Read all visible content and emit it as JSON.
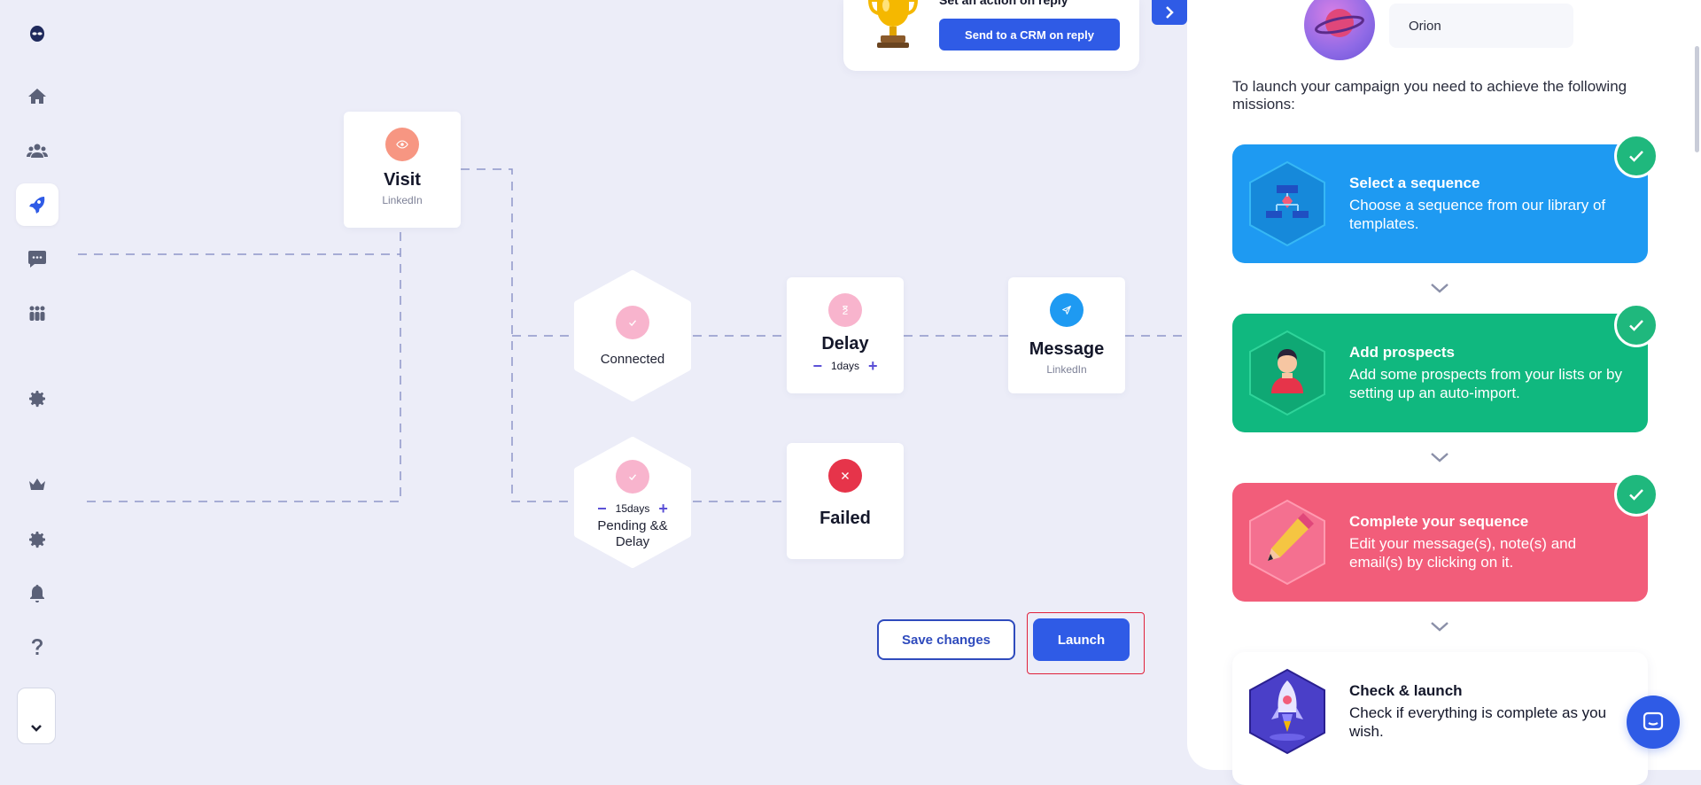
{
  "sidebar": {
    "icons": [
      "alien-logo-icon",
      "home-icon",
      "users-icon",
      "rocket-icon",
      "chat-icon",
      "team-icon",
      "gear-icon",
      "crown-icon",
      "settings-icon",
      "bell-icon",
      "help-icon"
    ],
    "active": "rocket-icon"
  },
  "reply": {
    "title": "Set an action on reply",
    "button": "Send to a CRM on reply"
  },
  "nodes": {
    "visit": {
      "title": "Visit",
      "sub": "LinkedIn"
    },
    "connected": {
      "title": "Connected"
    },
    "delay": {
      "title": "Delay",
      "value": "1days"
    },
    "message": {
      "title": "Message",
      "sub": "LinkedIn"
    },
    "pending": {
      "title": "Pending && Delay",
      "value": "15days"
    },
    "failed": {
      "title": "Failed"
    }
  },
  "actions": {
    "save": "Save changes",
    "launch": "Launch"
  },
  "panel": {
    "campaign_name": "Orion",
    "intro": "To launch your campaign you need to achieve the following missions:",
    "missions": [
      {
        "title": "Select a sequence",
        "desc": "Choose a sequence from our library of templates.",
        "color": "#1e9af2",
        "done": true
      },
      {
        "title": "Add prospects",
        "desc": "Add some prospects from your lists or by setting up an auto-import.",
        "color": "#10b87f",
        "done": true
      },
      {
        "title": "Complete your sequence",
        "desc": "Edit your message(s), note(s) and email(s) by clicking on it.",
        "color": "#f25d7a",
        "done": true
      },
      {
        "title": "Check & launch",
        "desc": "Check if everything is complete as you wish.",
        "color": "#ffffff",
        "done": false
      }
    ]
  },
  "colors": {
    "accent": "#2f5be6",
    "background": "#ecedf8"
  }
}
